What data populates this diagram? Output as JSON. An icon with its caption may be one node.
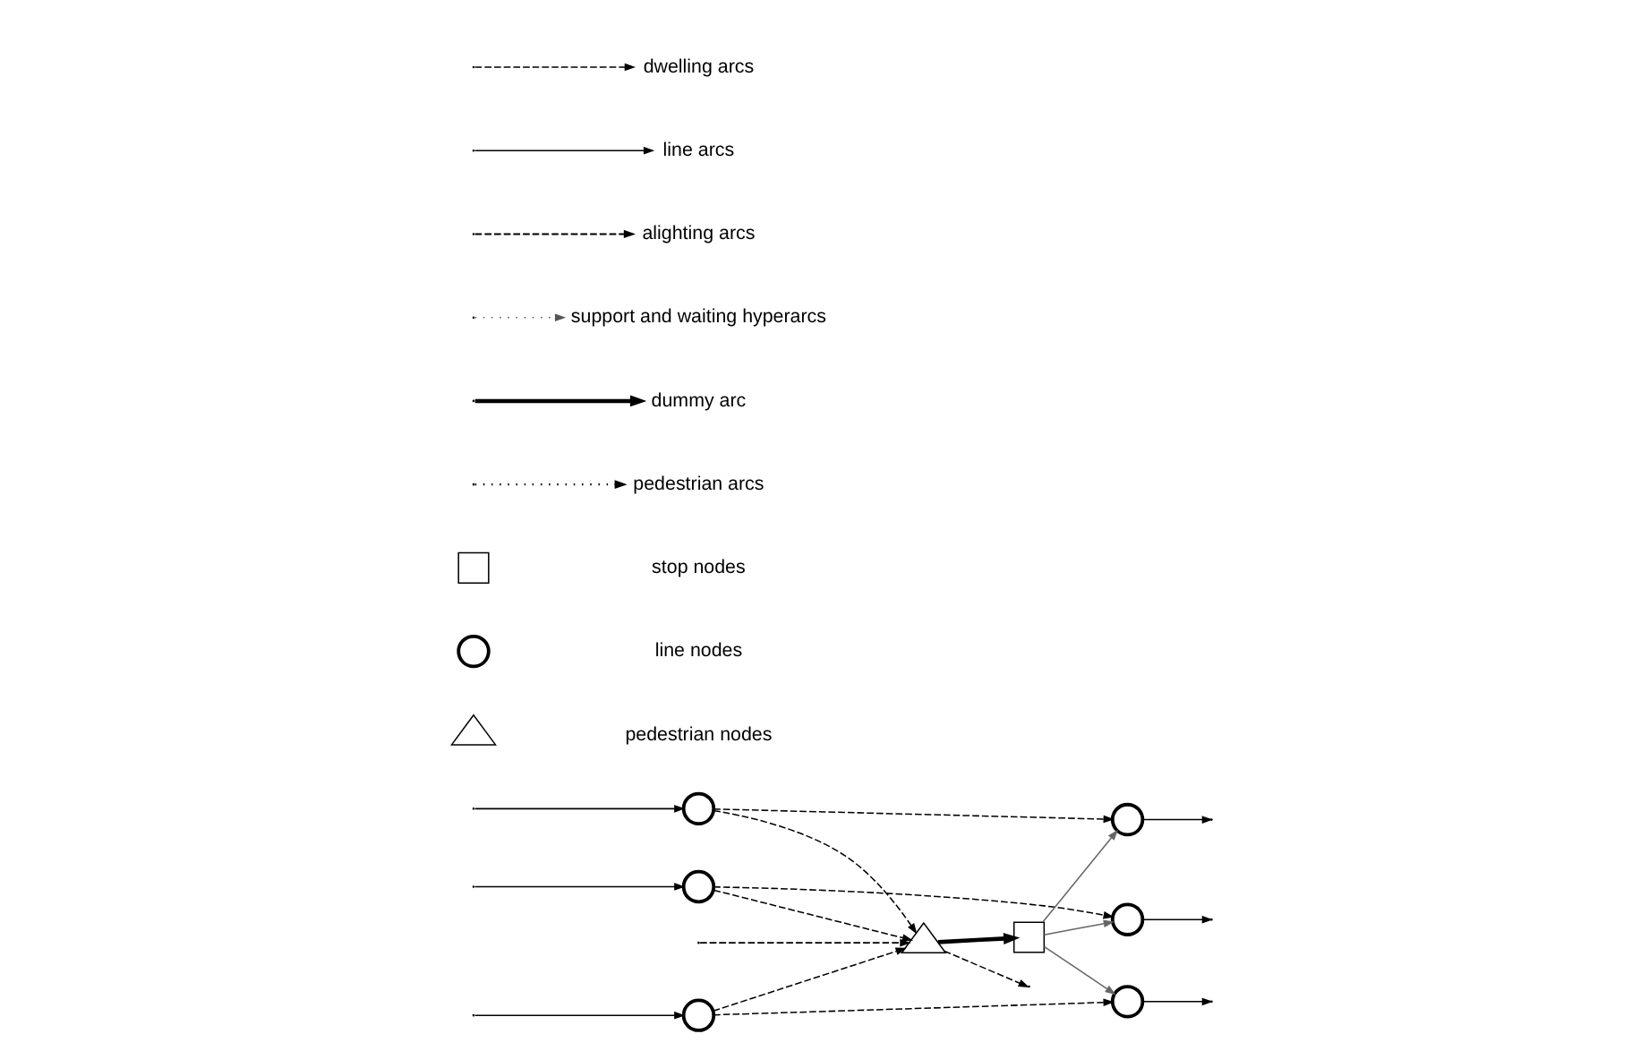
{
  "diagram": {
    "nodes": [
      {
        "text": [],
        "shape": "circle"
      },
      {
        "text": [],
        "shape": "circle"
      },
      {
        "text": [],
        "shape": "circle"
      },
      {
        "text": [],
        "shape": "circle"
      },
      {
        "text": [],
        "shape": "circle"
      },
      {
        "text": [],
        "shape": "circle"
      },
      {
        "text": [],
        "shape": "box"
      },
      {
        "text": [],
        "shape": "triangle"
      },
      {
        "text": [],
        "shape": "box"
      },
      {
        "text": [],
        "shape": "circle"
      },
      {
        "text": [],
        "shape": "triangle"
      }
    ],
    "edges": [
      {
        "from": null,
        "to": 0,
        "arrow": "to"
      },
      {
        "from": 0,
        "to": 1,
        "arrow": "to",
        "style": "dashed"
      },
      {
        "from": 1,
        "to": null,
        "arrow": "to"
      },
      {
        "from": null,
        "to": 2,
        "arrow": "to"
      },
      {
        "from": 2,
        "to": 3,
        "arrow": "to",
        "style": "dashed"
      },
      {
        "from": 3,
        "to": null,
        "arrow": "to"
      },
      {
        "from": null,
        "to": 4,
        "arrow": "to"
      },
      {
        "from": 4,
        "to": 5,
        "arrow": "to",
        "style": "dashed"
      },
      {
        "from": 5,
        "to": null,
        "arrow": "to"
      },
      {
        "from": 0,
        "to": 7,
        "arrow": "to",
        "style": "dashed"
      },
      {
        "from": 2,
        "to": 7,
        "arrow": "to",
        "style": "dashed"
      },
      {
        "from": 4,
        "to": 7,
        "arrow": "to",
        "style": "dashed"
      },
      {
        "from": 7,
        "to": 6,
        "arrow": "to",
        "style": "thick"
      },
      {
        "from": 6,
        "to": 1,
        "arrow": "to",
        "color": "#666666"
      },
      {
        "from": 6,
        "to": 3,
        "arrow": "to",
        "color": "#666666"
      },
      {
        "from": 6,
        "to": 5,
        "arrow": "to",
        "color": "#666666"
      },
      {
        "from": null,
        "to": 7,
        "arrow": "to",
        "style": "dashed"
      },
      {
        "from": 7,
        "to": null,
        "arrow": "to",
        "style": "dashed"
      }
    ],
    "legend": [
      {
        "text": "dwelling arcs"
      },
      {
        "text": "line arcs"
      },
      {
        "text": "alighting arcs"
      },
      {
        "text": "support and waiting hyperarcs"
      },
      {
        "text": "dummy arc"
      },
      {
        "text": "pedestrian arcs"
      },
      {
        "text": "stop nodes"
      },
      {
        "text": "line nodes"
      },
      {
        "text": "pedestrian nodes"
      }
    ]
  }
}
